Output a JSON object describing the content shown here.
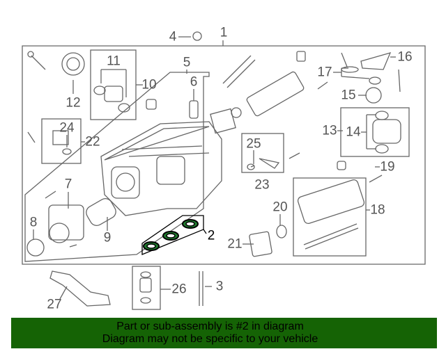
{
  "diagram": {
    "callouts": [
      "1",
      "2",
      "3",
      "4",
      "5",
      "6",
      "7",
      "8",
      "9",
      "10",
      "11",
      "12",
      "13",
      "14",
      "15",
      "16",
      "17",
      "18",
      "19",
      "20",
      "21",
      "22",
      "23",
      "24",
      "25",
      "26",
      "27"
    ],
    "highlighted_part": "2",
    "colors": {
      "line": "#666666",
      "highlight": "#000000",
      "gasket": "#1f7a2e"
    }
  },
  "banner": {
    "line1": "Part or sub-assembly is #2 in diagram",
    "line2": "Diagram may not be specific to your vehicle",
    "background": "#156305"
  }
}
